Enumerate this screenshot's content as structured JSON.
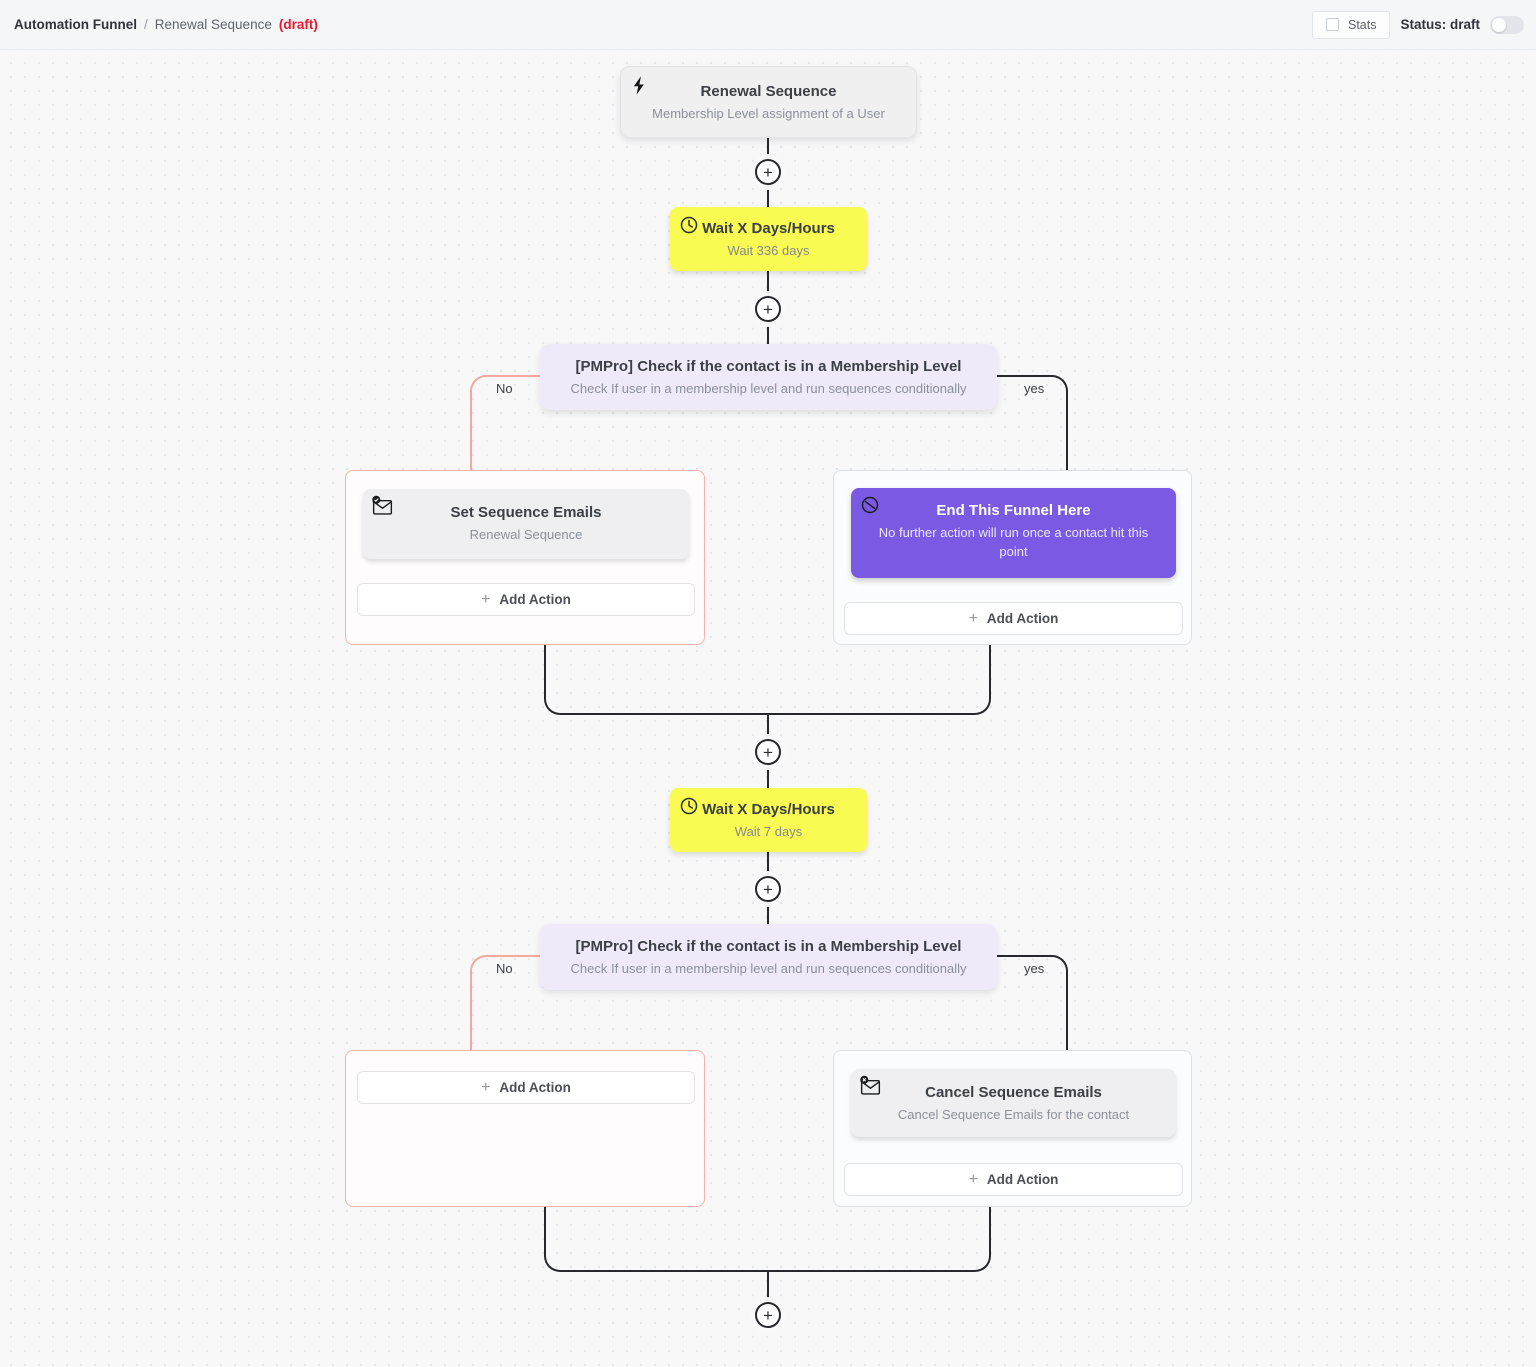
{
  "header": {
    "breadcrumb_root": "Automation Funnel",
    "breadcrumb_sep": "/",
    "breadcrumb_current": "Renewal Sequence",
    "breadcrumb_draft": "(draft)",
    "stats_label": "Stats",
    "status_label": "Status: draft",
    "status_toggle_state": "off"
  },
  "labels": {
    "plus": "+",
    "add_action": "Add Action"
  },
  "flow": {
    "trigger": {
      "icon": "lightning-bolt-icon",
      "title": "Renewal Sequence",
      "subtitle": "Membership Level assignment of a User"
    },
    "wait1": {
      "icon": "clock-icon",
      "title": "Wait X Days/Hours",
      "subtitle": "Wait 336 days"
    },
    "cond1": {
      "title": "[PMPro] Check if the contact is in a Membership Level",
      "subtitle": "Check If user in a membership level and run sequences conditionally"
    },
    "branch_no": "No",
    "branch_yes": "yes",
    "set_emails": {
      "icon": "envelope-check-icon",
      "title": "Set Sequence Emails",
      "subtitle": "Renewal Sequence"
    },
    "end_funnel": {
      "icon": "no-entry-icon",
      "title": "End This Funnel Here",
      "subtitle": "No further action will run once a contact hit this point"
    },
    "wait2": {
      "icon": "clock-icon",
      "title": "Wait X Days/Hours",
      "subtitle": "Wait 7 days"
    },
    "cond2": {
      "title": "[PMPro] Check if the contact is in a Membership Level",
      "subtitle": "Check If user in a membership level and run sequences conditionally"
    },
    "cancel_emails": {
      "icon": "envelope-x-icon",
      "title": "Cancel Sequence Emails",
      "subtitle": "Cancel Sequence Emails for the contact"
    }
  },
  "colors": {
    "canvas_bg": "#f8f8f9",
    "topbar_bg": "#f4f6f8",
    "draft_red": "#e8182c",
    "wait_yellow": "#fafb52",
    "conditional_lavender": "#efeaf9",
    "end_purple": "#7a5ae2",
    "branch_no_red": "#f3a8a0",
    "edge_black": "#26282c",
    "card_gray": "#efeff1"
  }
}
